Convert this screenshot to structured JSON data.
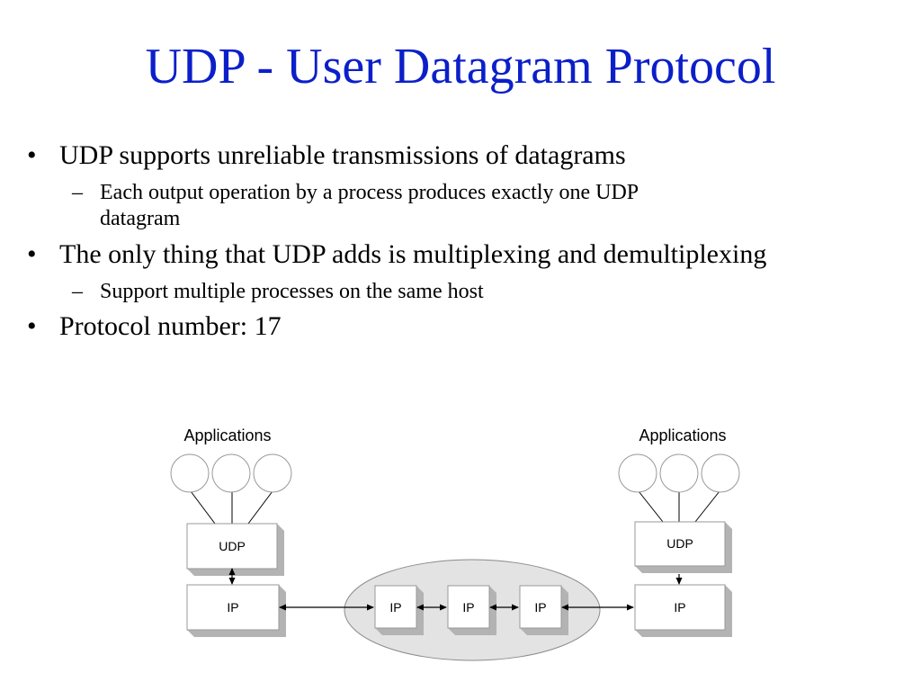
{
  "title": "UDP - User Datagram Protocol",
  "title_color": "#0b1fc9",
  "bullet_glyph": "•",
  "dash_glyph": "–",
  "bullets": [
    {
      "text": "UDP supports unreliable transmissions of datagrams",
      "sub": [
        {
          "text_line1": "Each output operation by a process produces exactly one UDP",
          "text_line2": "datagram"
        }
      ]
    },
    {
      "text": "The only thing that UDP adds is multiplexing and demultiplexing",
      "sub": [
        {
          "text_line1": "Support multiple processes on the same host"
        }
      ]
    },
    {
      "text": "Protocol number: 17"
    }
  ],
  "diagram": {
    "left_host": {
      "apps_label": "Applications",
      "udp_label": "UDP",
      "ip_label": "IP"
    },
    "right_host": {
      "apps_label": "Applications",
      "udp_label": "UDP",
      "ip_label": "IP"
    },
    "routers": [
      "IP",
      "IP",
      "IP"
    ],
    "box_shadow_color": "#b3b3b3",
    "cloud_color": "#e3e3e3"
  }
}
